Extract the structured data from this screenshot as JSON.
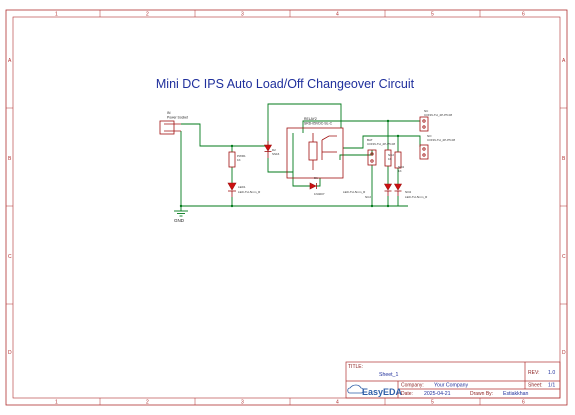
{
  "diagram": {
    "title": "Mini DC IPS Auto Load/Off Changeover Circuit",
    "ground_label": "GND",
    "accent_colors": {
      "frame": "#b03030",
      "wire": "#007a1a",
      "component": "#cc1010",
      "title": "#1f2f9c"
    }
  },
  "frame": {
    "column_ticks": [
      "1",
      "2",
      "3",
      "4",
      "5",
      "6"
    ],
    "row_ticks": [
      "A",
      "B",
      "C",
      "D"
    ]
  },
  "components": {
    "in": {
      "ref": "IN",
      "name": "Power Socket"
    },
    "pwr1": {
      "ref": "PWR1",
      "value": "1K"
    },
    "led1": {
      "ref": "LED1",
      "value": "LED-TH-5mm_R"
    },
    "d2": {
      "ref": "D2",
      "value": "SS16"
    },
    "relay": {
      "ref": "RELAY2",
      "value": "SRD-05VDC-SL-C"
    },
    "d1": {
      "ref": "D1",
      "value": "1N4007"
    },
    "bat": {
      "ref": "BAT",
      "value": "CONN-TH_2P-P5.08"
    },
    "nc": {
      "ref": "NC",
      "value": "CONN-TH_2P-P5.08"
    },
    "no": {
      "ref": "NO",
      "value": "CONN-TH_2P-P5.08"
    },
    "r_nc2": {
      "ref": "NC2",
      "value": "1K"
    },
    "r_no2": {
      "ref": "NO2",
      "value": "1K"
    },
    "led_nc": {
      "ref": "NC2",
      "value": "LED-TH-5mm_R"
    },
    "led_no": {
      "ref": "NO2",
      "value": "LED-TH-5mm_R"
    }
  },
  "title_block": {
    "title_label": "TITLE:",
    "title_value": "Sheet_1",
    "rev_label": "REV:",
    "rev_value": "1.0",
    "company_label": "Company:",
    "company_value": "Your Company",
    "sheet_label": "Sheet:",
    "sheet_value": "1/1",
    "date_label": "Date:",
    "date_value": "2025-04-21",
    "drawn_label": "Drawn By:",
    "drawn_value": "Estiakkhan",
    "logo_text": "EasyEDA"
  }
}
